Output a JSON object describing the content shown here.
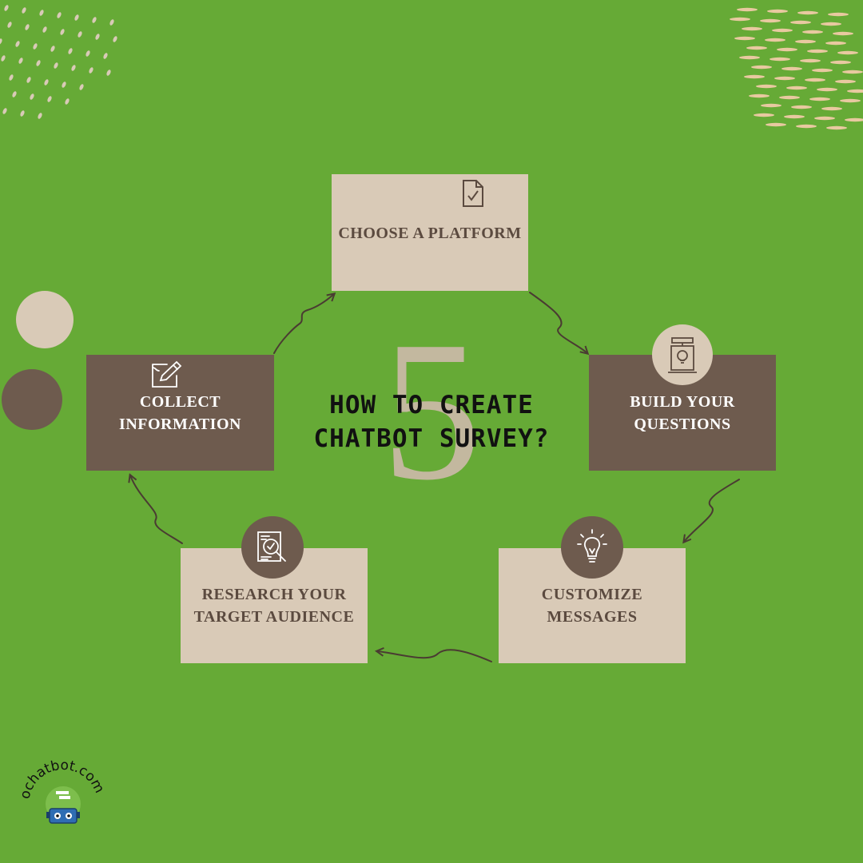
{
  "title": {
    "line1": "How to create",
    "line2": "chatbot survey?"
  },
  "big_number": "5",
  "steps": [
    {
      "line1": "Choose a platform",
      "line2": "",
      "icon": "document-check-icon"
    },
    {
      "line1": "Build your",
      "line2": "questions",
      "icon": "lightbulb-lamp-icon"
    },
    {
      "line1": "Customize",
      "line2": "messages",
      "icon": "lightbulb-idea-icon"
    },
    {
      "line1": "Research your",
      "line2": "target audience",
      "icon": "magnifier-report-icon"
    },
    {
      "line1": "Collect",
      "line2": "information",
      "icon": "pencil-notepad-icon"
    }
  ],
  "logo": {
    "text": "ochatbot.com",
    "icon": "robot-icon"
  },
  "colors": {
    "background": "#66AA36",
    "light_box": "#D9CAB7",
    "dark_box": "#6E5B4E",
    "accent_dots": "#E8C9A0"
  }
}
